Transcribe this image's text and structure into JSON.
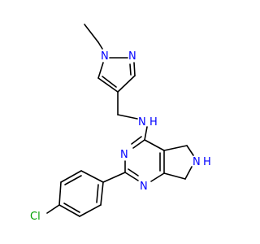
{
  "colors": {
    "background": "#ffffff",
    "bond": "#000000",
    "nitrogen": "#0000ff",
    "chlorine": "#00a000"
  },
  "atoms": {
    "pyrazole_n1": "N",
    "pyrazole_n2": "N",
    "amine_nh": "N",
    "amine_h": "H",
    "pyrimidine_n3": "N",
    "pyrimidine_n1": "N",
    "pyrroline_n": "N",
    "pyrroline_h": "H",
    "chlorine": "Cl"
  }
}
